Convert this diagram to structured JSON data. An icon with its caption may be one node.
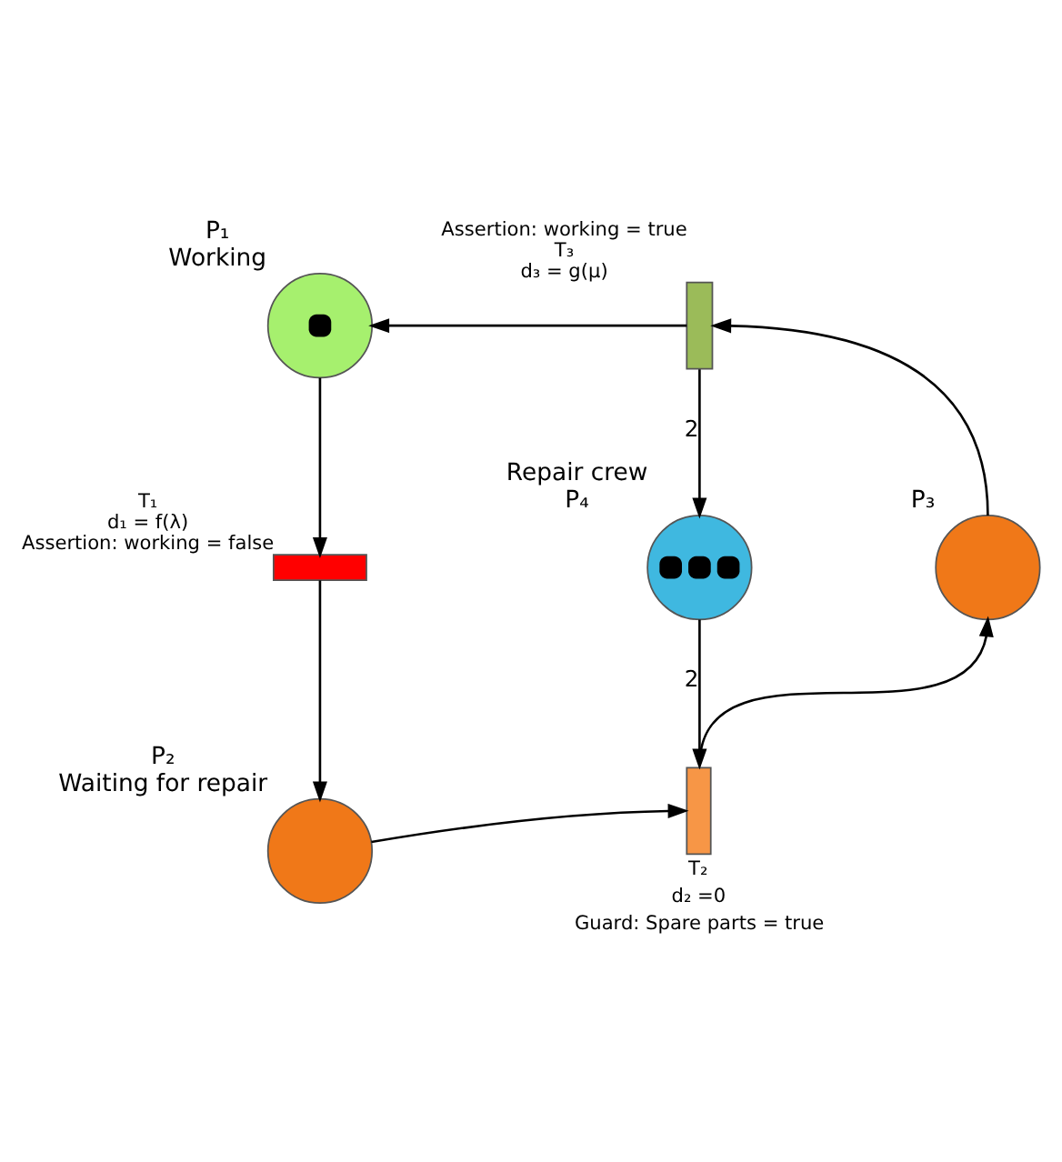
{
  "diagram": {
    "nodes": [
      {
        "text": [],
        "shape": "circle",
        "beside": [
          "P₁",
          "Working"
        ]
      },
      {
        "text": [],
        "shape": "bar",
        "beside": [
          "Assertion: working = true",
          "T₃",
          "d₃ = g(μ)"
        ]
      },
      {
        "text": [],
        "shape": "bar",
        "beside": [
          "T₁",
          "d₁ = f(λ)",
          "Assertion: working = false"
        ]
      },
      {
        "text": [],
        "shape": "circle",
        "beside": [
          "Repair crew",
          "P₄"
        ]
      },
      {
        "text": [],
        "shape": "circle",
        "beside": [
          "P₃"
        ]
      },
      {
        "text": [],
        "shape": "circle",
        "beside": [
          "P₂",
          "Waiting for repair"
        ]
      },
      {
        "text": [],
        "shape": "bar",
        "beside": [
          "T₂",
          "d₂ =0",
          "Guard: Spare parts = true"
        ]
      }
    ],
    "edges": [
      {
        "from": 1,
        "to": 0,
        "arrow": "to"
      },
      {
        "from": 0,
        "to": 2,
        "arrow": "to"
      },
      {
        "from": 1,
        "to": 3,
        "arrow": "to",
        "label": "2"
      },
      {
        "from": 4,
        "to": 1,
        "arrow": "to"
      },
      {
        "from": 2,
        "to": 5,
        "arrow": "to"
      },
      {
        "from": 3,
        "to": 6,
        "arrow": "to",
        "label": "2"
      },
      {
        "from": 5,
        "to": 6,
        "arrow": "to"
      },
      {
        "from": 6,
        "to": 4,
        "arrow": "to"
      }
    ]
  }
}
